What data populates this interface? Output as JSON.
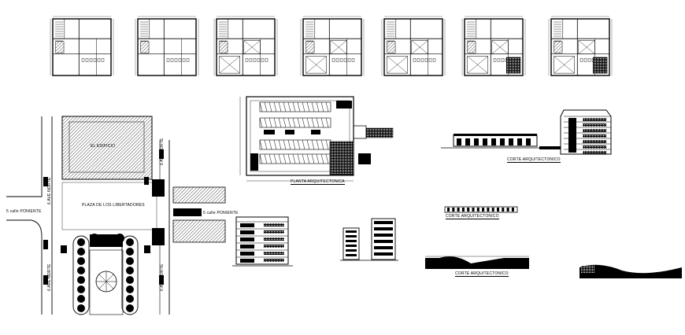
{
  "drawing": {
    "background": "#ffffff",
    "line_color": "#000000",
    "labels": {
      "site_plaza": "PLAZA DE LOS LIBERTADORES",
      "site_building": "EL EDIFICIO",
      "street_west": "5 calle PONIENTE",
      "street_east": "5 calle PONIENTE",
      "avenue_top": "6 AVE NORTE",
      "avenue_right_top": "6 AVE NORTE",
      "avenue_bottom": "6 AVE NORTE",
      "avenue_right_bottom": "6 AVE NORTE",
      "plan_title": "PLANTA ARQUITECTONICA",
      "section_title_1": "CORTE ARQUITECTONICO",
      "section_title_2": "CORTE ARQUITECTONICO",
      "section_title_3": "CORTE ARQUITECTONICO"
    }
  }
}
